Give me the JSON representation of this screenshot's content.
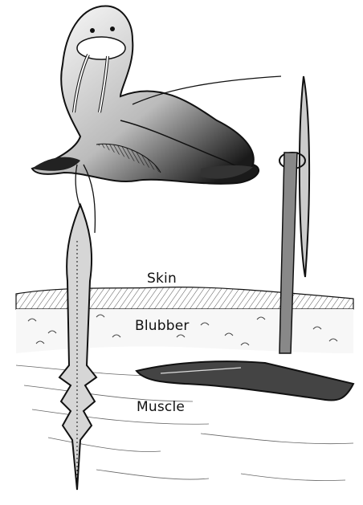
{
  "labels": {
    "skin": "Skin",
    "blubber": "Blubber",
    "muscle": "Muscle"
  },
  "palette": {
    "ink": "#111111",
    "shade": "#3a3a3a",
    "paper": "#ffffff",
    "tissue": "#eeeeee"
  },
  "icons": [
    "walrus-icon",
    "toggling-harpoon-head-icon",
    "harpoon-shaft-icon"
  ]
}
